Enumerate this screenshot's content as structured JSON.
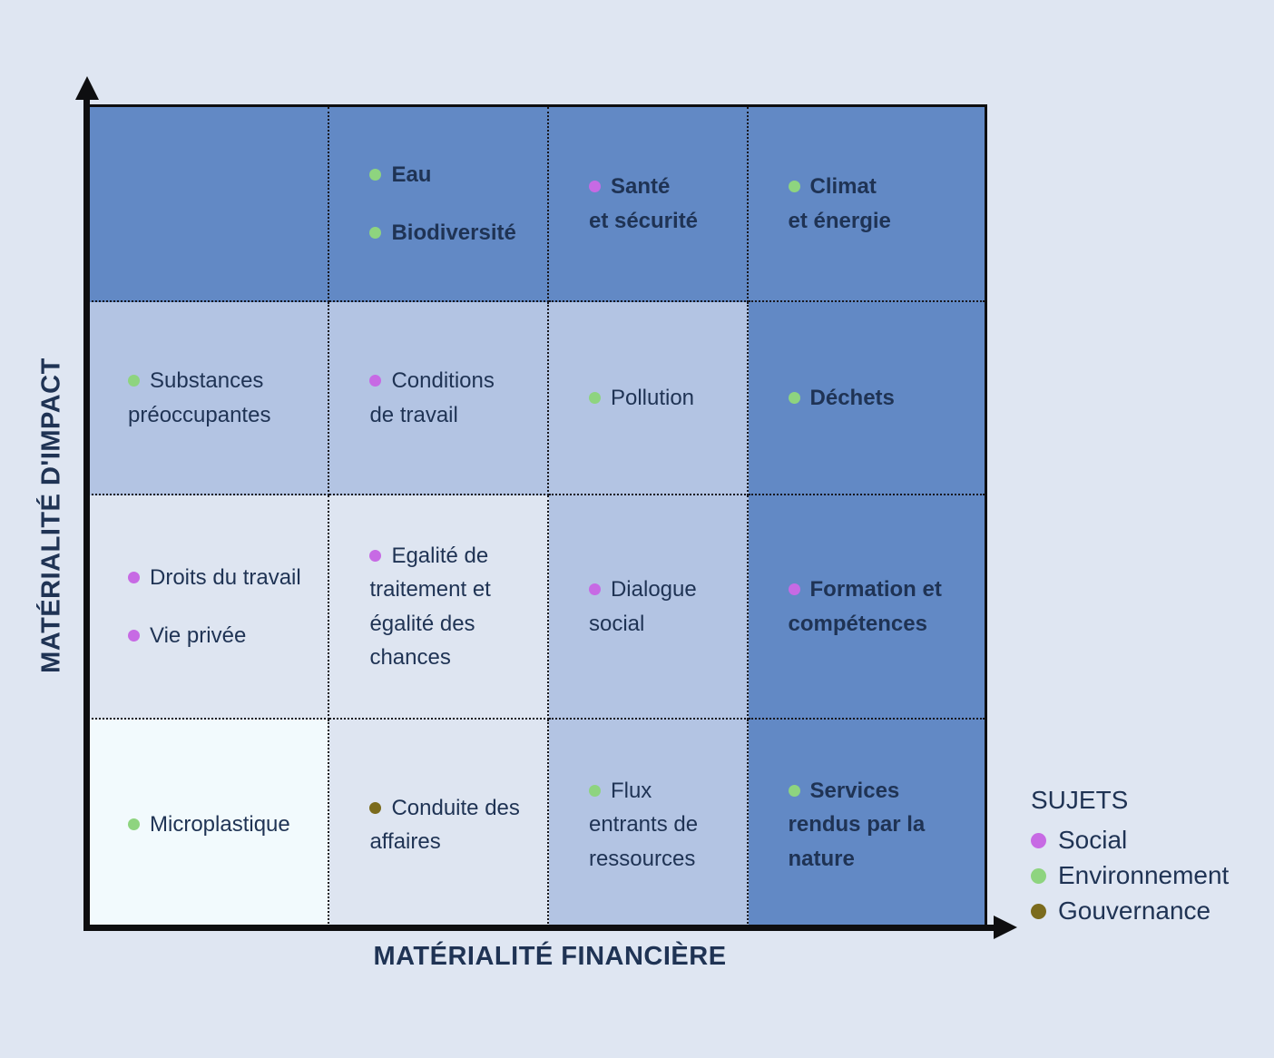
{
  "page": {
    "background": "#dfe6f2",
    "text_color": "#1f3354"
  },
  "chart_data": {
    "type": "heatmap",
    "subtype": "materiality-matrix",
    "matrix_size": "4x4",
    "title": "",
    "xlabel": "MATÉRIALITÉ FINANCIÈRE",
    "ylabel": "MATÉRIALITÉ D'IMPACT",
    "grid": "dotted 4x4",
    "axis_color": "#0e0e10",
    "cell_colors": {
      "dark": "#6289c5",
      "medium": "#b3c4e3",
      "light": "#dee5f1",
      "lightest": "#f2fafd"
    },
    "legend": {
      "title": "SUJETS",
      "position": "bottom-right",
      "items": [
        {
          "key": "social",
          "label": "Social",
          "color": "#c76ae4"
        },
        {
          "key": "environnement",
          "label": "Environnement",
          "color": "#8ed47f"
        },
        {
          "key": "gouvernance",
          "label": "Gouvernance",
          "color": "#7b6b1d"
        }
      ]
    },
    "cells": [
      {
        "row": 1,
        "col": 1,
        "shade": "dark",
        "items": []
      },
      {
        "row": 1,
        "col": 2,
        "shade": "dark",
        "items": [
          {
            "text": "Eau",
            "category": "environnement",
            "bold": true
          },
          {
            "text": "Biodiversité",
            "category": "environnement",
            "bold": true
          }
        ]
      },
      {
        "row": 1,
        "col": 3,
        "shade": "dark",
        "items": [
          {
            "text": "Santé\net sécurité",
            "category": "social",
            "bold": true
          }
        ]
      },
      {
        "row": 1,
        "col": 4,
        "shade": "dark",
        "items": [
          {
            "text": "Climat\net énergie",
            "category": "environnement",
            "bold": true
          }
        ]
      },
      {
        "row": 2,
        "col": 1,
        "shade": "medium",
        "items": [
          {
            "text": "Substances\npréoccupantes",
            "category": "environnement",
            "bold": false
          }
        ]
      },
      {
        "row": 2,
        "col": 2,
        "shade": "medium",
        "items": [
          {
            "text": "Conditions\nde travail",
            "category": "social",
            "bold": false
          }
        ]
      },
      {
        "row": 2,
        "col": 3,
        "shade": "medium",
        "items": [
          {
            "text": "Pollution",
            "category": "environnement",
            "bold": false
          }
        ]
      },
      {
        "row": 2,
        "col": 4,
        "shade": "dark",
        "items": [
          {
            "text": "Déchets",
            "category": "environnement",
            "bold": true
          }
        ]
      },
      {
        "row": 3,
        "col": 1,
        "shade": "light",
        "items": [
          {
            "text": "Droits du travail",
            "category": "social",
            "bold": false
          },
          {
            "text": "Vie privée",
            "category": "social",
            "bold": false
          }
        ]
      },
      {
        "row": 3,
        "col": 2,
        "shade": "light",
        "items": [
          {
            "text": "Egalité de\ntraitement et\négalité des\nchances",
            "category": "social",
            "bold": false
          }
        ]
      },
      {
        "row": 3,
        "col": 3,
        "shade": "medium",
        "items": [
          {
            "text": "Dialogue\nsocial",
            "category": "social",
            "bold": false
          }
        ]
      },
      {
        "row": 3,
        "col": 4,
        "shade": "dark",
        "items": [
          {
            "text": "Formation et\ncompétences",
            "category": "social",
            "bold": true
          }
        ]
      },
      {
        "row": 4,
        "col": 1,
        "shade": "lightest",
        "items": [
          {
            "text": "Microplastique",
            "category": "environnement",
            "bold": false
          }
        ]
      },
      {
        "row": 4,
        "col": 2,
        "shade": "light",
        "items": [
          {
            "text": "Conduite des\naffaires",
            "category": "gouvernance",
            "bold": false
          }
        ]
      },
      {
        "row": 4,
        "col": 3,
        "shade": "medium",
        "items": [
          {
            "text": "Flux\nentrants de\nressources",
            "category": "environnement",
            "bold": false
          }
        ]
      },
      {
        "row": 4,
        "col": 4,
        "shade": "dark",
        "items": [
          {
            "text": "Services\nrendus par la\nnature",
            "category": "environnement",
            "bold": true
          }
        ]
      }
    ]
  }
}
